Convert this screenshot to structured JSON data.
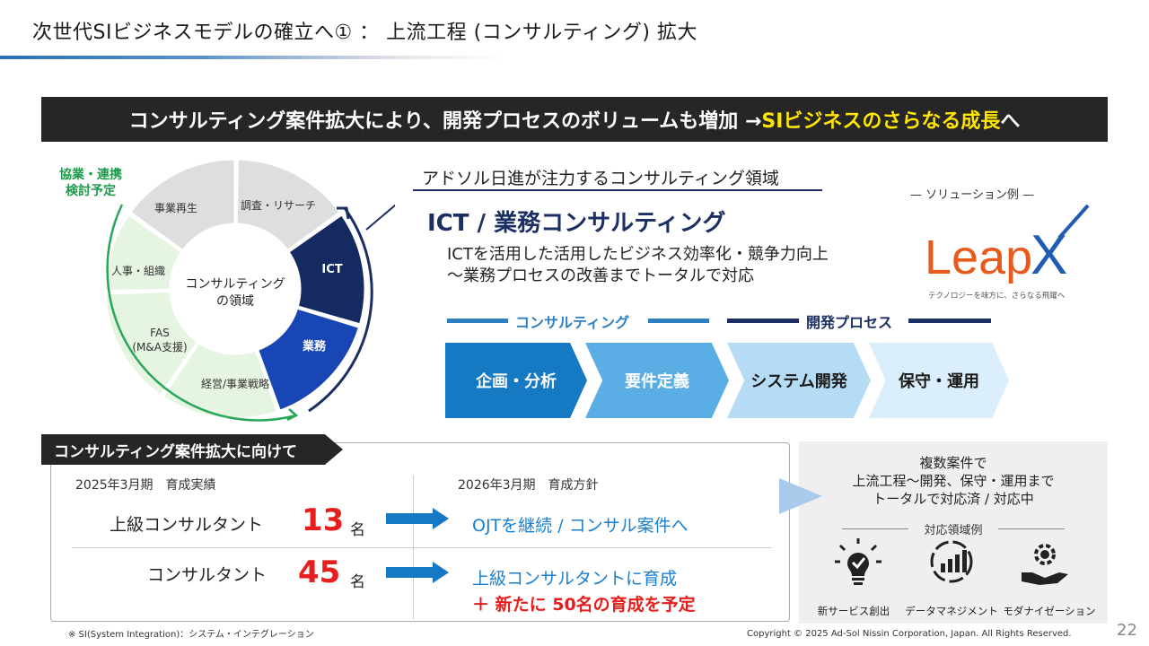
{
  "title": "次世代SIビジネスモデルの確立へ① ： 上流工程 (コンサルティング) 拡大",
  "banner": {
    "text_main": "コンサルティング案件拡大により、開発プロセスのボリュームも増加 → ",
    "text_highlight": "SIビジネスのさらなる成長",
    "text_tail": "へ"
  },
  "ring": {
    "center_line1": "コンサルティング",
    "center_line2": "の領域",
    "segments": [
      "事業再生",
      "調査・リサーチ",
      "ICT",
      "業務",
      "経営/事業戦略",
      "FAS",
      "(M&A支援)",
      "人事・組織"
    ],
    "kyogyo_line1": "協業・連携",
    "kyogyo_line2": "検討予定"
  },
  "domain": {
    "lead": "アドソル日進が注力するコンサルティング領域",
    "title": "ICT / 業務コンサルティング",
    "desc_line1": "ICTを活用した活用したビジネス効率化・競争力向上",
    "desc_line2": "～業務プロセスの改善までトータルで対応"
  },
  "solution": {
    "label": "— ソリューション例 —",
    "logo_text": "Leap",
    "logo_x": "X",
    "tagline": "テクノロジーを味方に、さらなる飛躍へ"
  },
  "phases": {
    "consulting": "コンサルティング",
    "development": "開発プロセス"
  },
  "steps": [
    "企画・分析",
    "要件定義",
    "システム開発",
    "保守・運用"
  ],
  "section": {
    "tag": "コンサルティング案件拡大に向けて",
    "col1_head": "2025年3月期　育成実績",
    "col2_head": "2026年3月期　育成方針",
    "rows": [
      {
        "role": "上級コンサルタント",
        "num": "13",
        "unit": "名",
        "policy": "OJTを継続 / コンサル案件へ"
      },
      {
        "role": "コンサルタント",
        "num": "45",
        "unit": "名",
        "policy": "上級コンサルタントに育成"
      }
    ],
    "extra_policy": "＋ 新たに 50名の育成を予定"
  },
  "right_panel": {
    "line1": "複数案件で",
    "line2": "上流工程～開発、保守・運用まで",
    "line3": "トータルで対応済 / 対応中",
    "sub": "対応領域例",
    "icons": [
      "新サービス創出",
      "データマネジメント",
      "モダナイゼーション"
    ]
  },
  "footnote": "※ SI(System Integration)：システム・インテグレーション",
  "copyright": "Copyright © 2025 Ad-Sol Nissin Corporation, Japan. All Rights Reserved.",
  "page_number": "22"
}
